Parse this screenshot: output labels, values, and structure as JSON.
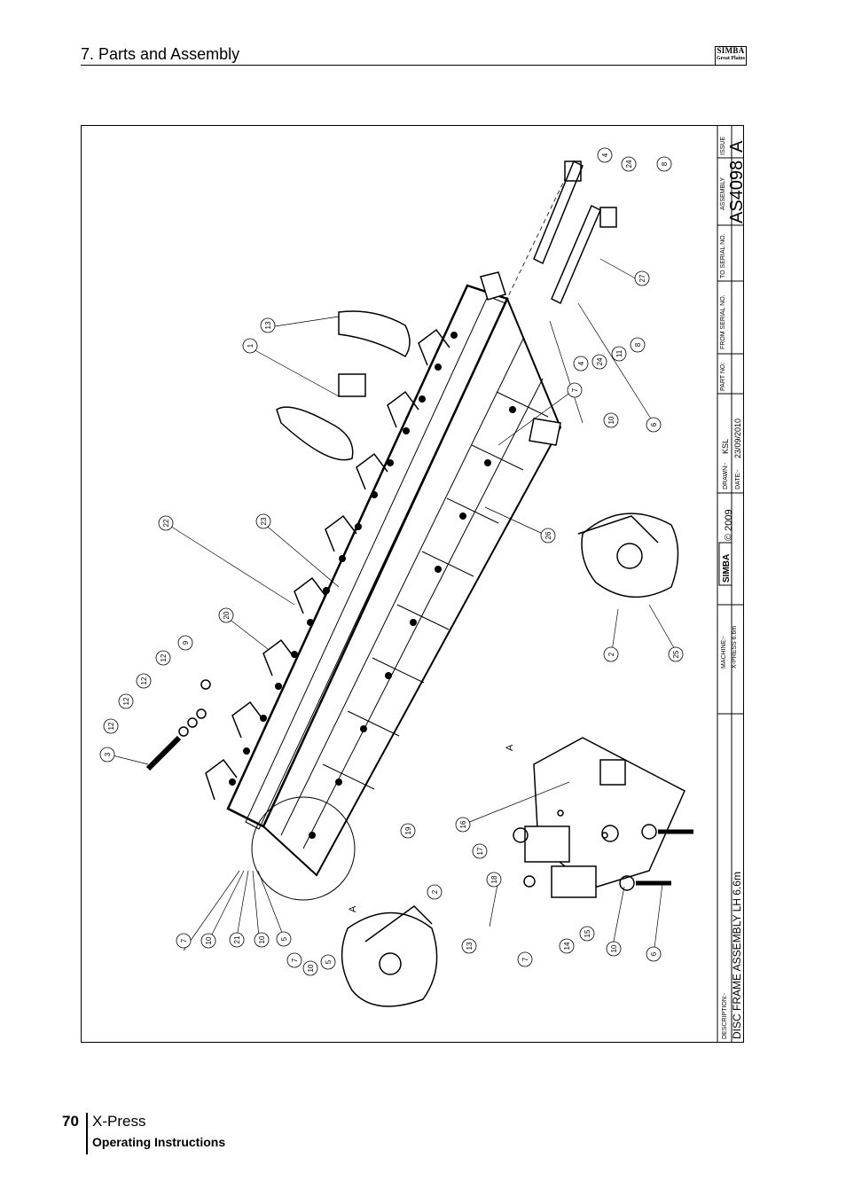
{
  "header": {
    "section_title": "7. Parts and Assembly"
  },
  "logo": {
    "line1": "SIMBA",
    "line2": "Great Plains"
  },
  "title_block": {
    "issue_label": "ISSUE",
    "issue_value": "A",
    "assembly_label": "ASSEMBLY",
    "assembly_value": "AS4098",
    "to_serial_label": "TO SERIAL NO.",
    "from_serial_label": "FROM SERIAL NO.",
    "part_no_label": "PART NO:",
    "drawn_label": "DRAWN:-",
    "drawn_value": "KSL",
    "date_label": "DATE:-",
    "date_value": "23/09/2010",
    "brand": "SIMBA",
    "copyright": "© 2009",
    "machine_label": "MACHINE:-",
    "machine_value": "X-PRESS 6.6m",
    "description_label": "DESCRIPTION:-",
    "description_value": "DISC FRAME ASSEMBLY LH 6.6m"
  },
  "callouts": {
    "top_right_group": [
      "4",
      "24",
      "8",
      "27",
      "4",
      "24",
      "11",
      "8"
    ],
    "center_group": [
      "13",
      "1",
      "7",
      "10",
      "6",
      "26",
      "22",
      "23",
      "20"
    ],
    "disc_right": [
      "2",
      "25"
    ],
    "left_group": [
      "9",
      "12",
      "12",
      "12",
      "12",
      "3"
    ],
    "detail_group": [
      "16",
      "17",
      "18",
      "19",
      "14",
      "15",
      "10",
      "6",
      "7"
    ],
    "bottom_left_group": [
      "7",
      "10",
      "21",
      "10",
      "5",
      "2",
      "7",
      "10",
      "5",
      "13"
    ],
    "section_marks": [
      "A",
      "A"
    ]
  },
  "footer": {
    "page_number": "70",
    "model": "X-Press",
    "subtitle": "Operating Instructions"
  }
}
